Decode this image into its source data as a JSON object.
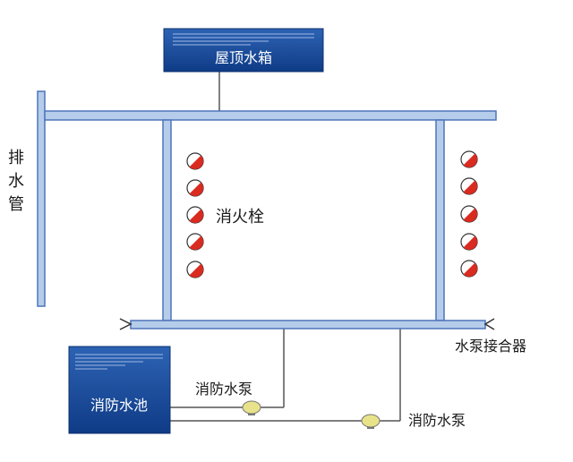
{
  "roof_tank": {
    "label": "屋顶水箱"
  },
  "drain_pipe": {
    "label_chars": [
      "排",
      "水",
      "管"
    ]
  },
  "hydrant": {
    "label": "消火栓"
  },
  "pump_connector": {
    "label": "水泵接合器"
  },
  "fire_pool": {
    "label": "消防水池"
  },
  "pumps": [
    {
      "label": "消防水泵"
    },
    {
      "label": "消防水泵"
    }
  ],
  "colors": {
    "pipe_fill": "#b5cdea",
    "pipe_stroke": "#4f74bb",
    "tank_dark": "#103e8a",
    "tank_light": "#3b73c2",
    "hydrant_red": "#d92b20",
    "pump_yellow": "#e8e38a"
  }
}
